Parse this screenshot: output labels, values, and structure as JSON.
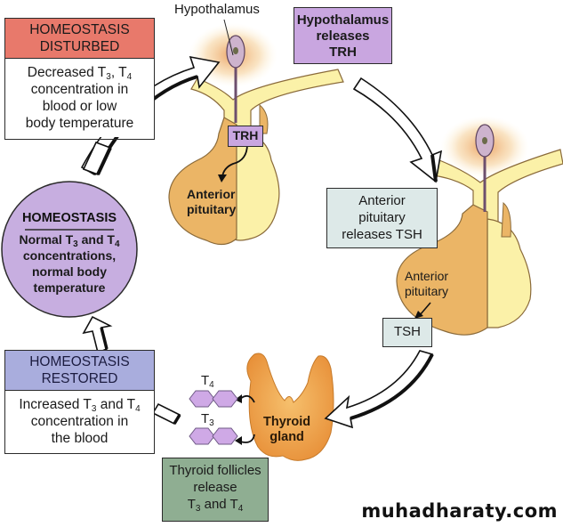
{
  "diagram": {
    "title": "Negative feedback regulation of thyroid hormone",
    "colors": {
      "disturbed_header": "#e8796b",
      "hypothalamus_box": "#c9a6e0",
      "homeostasis_circle": "#c7aee0",
      "pituitary_box": "#dde9e8",
      "restored_header": "#a9addd",
      "follicles_box": "#8fae92",
      "gland_tan": "#ebb566",
      "gland_yellow": "#fbf1a8",
      "thyroid_orange": "#f0a54c",
      "hormone_hexagon": "#cfa9e6"
    },
    "boxes": {
      "disturbed": {
        "header_line1": "HOMEOSTASIS",
        "header_line2": "DISTURBED",
        "body_line1_prefix": "Decreased T",
        "body_line1_sub1": "3",
        "body_line1_mid": ", T",
        "body_line1_sub2": "4",
        "body_line2": "concentration in",
        "body_line3": "blood or low",
        "body_line4": "body temperature"
      },
      "hypothalamus_releases": {
        "line1": "Hypothalamus",
        "line2": "releases",
        "line3": "TRH"
      },
      "homeostasis": {
        "header": "HOMEOSTASIS",
        "line1_prefix": "Normal T",
        "line1_sub1": "3",
        "line1_mid": " and T",
        "line1_sub2": "4",
        "line2": "concentrations,",
        "line3": "normal body",
        "line4": "temperature"
      },
      "pituitary_releases": {
        "line1": "Anterior",
        "line2": "pituitary",
        "line3": "releases TSH"
      },
      "restored": {
        "header_line1": "HOMEOSTASIS",
        "header_line2": "RESTORED",
        "body_line1_prefix": "Increased T",
        "body_line1_sub1": "3",
        "body_line1_mid": " and T",
        "body_line1_sub2": "4",
        "body_line2": "concentration in",
        "body_line3": "the blood"
      },
      "follicles_release": {
        "line1": "Thyroid follicles",
        "line2": "release",
        "line3_prefix": "T",
        "line3_sub1": "3",
        "line3_mid": " and T",
        "line3_sub2": "4"
      }
    },
    "labels": {
      "hypothalamus": "Hypothalamus",
      "trh_tag": "TRH",
      "anterior_pituitary_1_line1": "Anterior",
      "anterior_pituitary_1_line2": "pituitary",
      "anterior_pituitary_2_line1": "Anterior",
      "anterior_pituitary_2_line2": "pituitary",
      "tsh_tag": "TSH",
      "t4_letter": "T",
      "t4_sub": "4",
      "t3_letter": "T",
      "t3_sub": "3",
      "thyroid_line1": "Thyroid",
      "thyroid_line2": "gland"
    },
    "watermark": "muhadharaty.com"
  }
}
